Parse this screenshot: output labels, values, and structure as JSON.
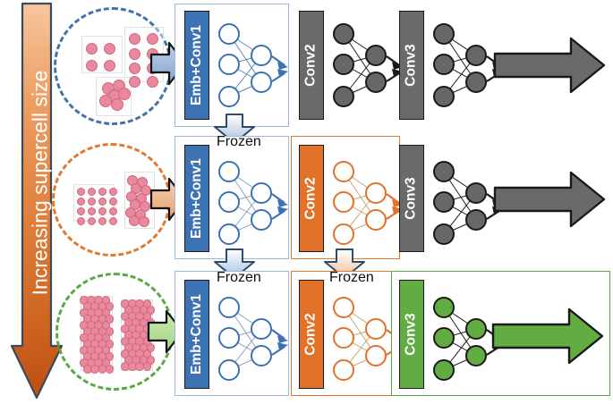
{
  "figure": {
    "type": "transfer-learning-schematic",
    "left_axis_label": "Increasing supercell size",
    "rows": [
      {
        "id": "row-1",
        "system_scale": "small supercells",
        "circle_color": "#4472a8",
        "input_arrow_color": "#8faad4",
        "blocks": [
          {
            "name": "Emb+Conv1",
            "state": "trainable",
            "color": "#3d72b4",
            "boxed": true,
            "box_color": "#9cb9db"
          },
          {
            "name": "Conv2",
            "state": "trainable",
            "color": "#6a6a6a",
            "boxed": false,
            "box_color": ""
          },
          {
            "name": "Conv3",
            "state": "trainable",
            "color": "#6a6a6a",
            "boxed": false,
            "box_color": ""
          }
        ],
        "output_arrow_color": "#6a6a6a",
        "frozen_labels": []
      },
      {
        "id": "row-2",
        "system_scale": "medium supercells",
        "circle_color": "#e07a2f",
        "input_arrow_color": "#eeb288",
        "blocks": [
          {
            "name": "Emb+Conv1",
            "state": "frozen",
            "color": "#3d72b4",
            "boxed": true,
            "box_color": "#9cb9db"
          },
          {
            "name": "Conv2",
            "state": "trainable",
            "color": "#e2722a",
            "boxed": true,
            "box_color": "#e07a2f"
          },
          {
            "name": "Conv3",
            "state": "trainable",
            "color": "#6a6a6a",
            "boxed": false,
            "box_color": ""
          }
        ],
        "output_arrow_color": "#6a6a6a",
        "frozen_labels": [
          "Frozen"
        ]
      },
      {
        "id": "row-3",
        "system_scale": "large supercells",
        "circle_color": "#5ba843",
        "input_arrow_color": "#addc90",
        "blocks": [
          {
            "name": "Emb+Conv1",
            "state": "frozen",
            "color": "#3d72b4",
            "boxed": true,
            "box_color": "#9cb9db"
          },
          {
            "name": "Conv2",
            "state": "frozen",
            "color": "#e2722a",
            "boxed": true,
            "box_color": "#e07a2f"
          },
          {
            "name": "Conv3",
            "state": "trainable",
            "color": "#62ac43",
            "boxed": true,
            "box_color": "#5ba843"
          }
        ],
        "output_arrow_color": "#62ac43",
        "frozen_labels": [
          "Frozen",
          "Frozen"
        ]
      }
    ],
    "labels": {
      "emb_conv1": "Emb+Conv1",
      "conv2": "Conv2",
      "conv3": "Conv3",
      "frozen": "Frozen"
    },
    "transfer_arrows": [
      {
        "from": "row-1 Emb+Conv1",
        "to": "row-2 Emb+Conv1",
        "color": "#b8cce4"
      },
      {
        "from": "row-2 Emb+Conv1",
        "to": "row-3 Emb+Conv1",
        "color": "#b8cce4"
      },
      {
        "from": "row-2 Conv2",
        "to": "row-3 Conv2",
        "color": "#f6c8a6"
      }
    ],
    "atom_color": "#e8899e",
    "network_topology": {
      "input_nodes": 3,
      "hidden_nodes": 2,
      "output_arrows": 2
    }
  }
}
